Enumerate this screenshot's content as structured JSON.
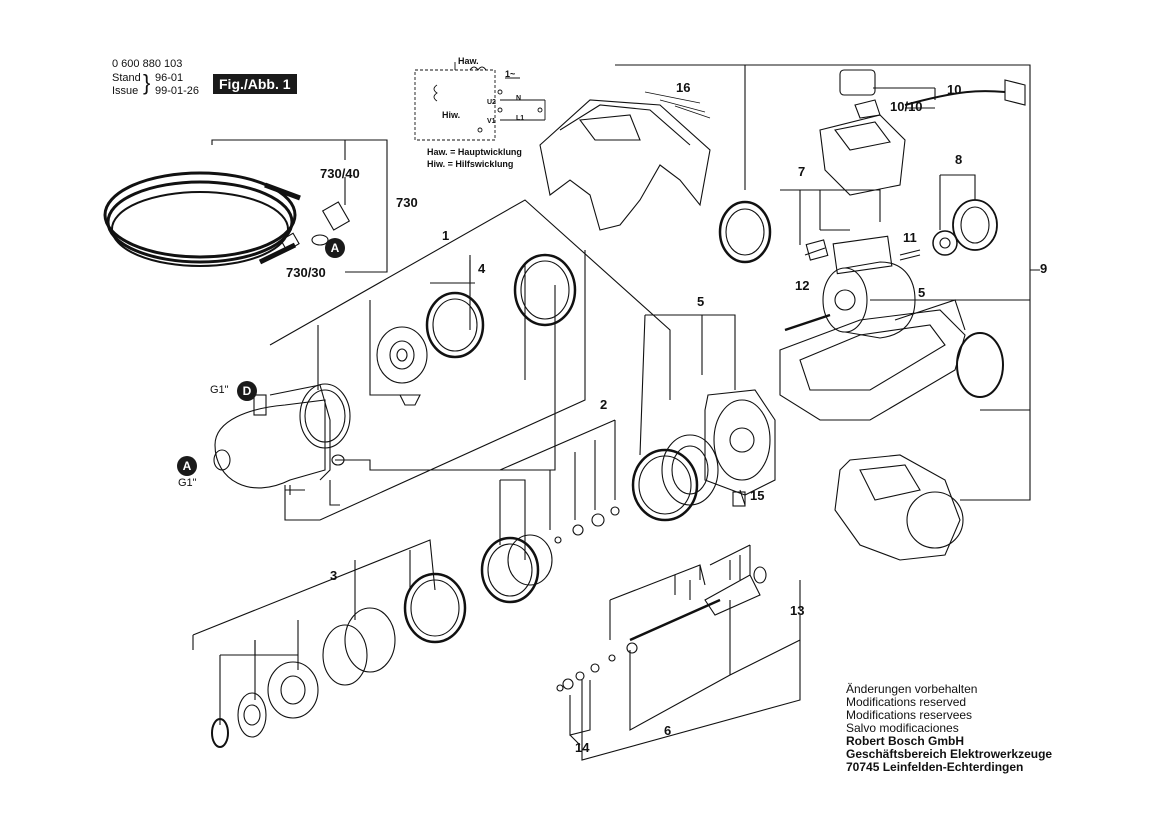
{
  "header": {
    "part_number": "0 600 880 103",
    "stand_label": "Stand",
    "issue_label": "Issue",
    "stand_date": "96-01",
    "issue_date": "99-01-26",
    "figure_badge": "Fig./Abb. 1"
  },
  "wiring": {
    "haw_label": "Haw.",
    "hiw_label": "Hiw.",
    "phase_label": "1~",
    "terminals": [
      "U2",
      "N",
      "V1",
      "L1"
    ],
    "legend": [
      "Haw. = Hauptwicklung",
      "Hiw. = Hilfswicklung"
    ]
  },
  "callouts": {
    "c1": "1",
    "c2": "2",
    "c3": "3",
    "c4": "4",
    "c5": "5",
    "c5b": "5",
    "c6": "6",
    "c7": "7",
    "c8": "8",
    "c9": "9",
    "c10": "10",
    "c1010": "10/10",
    "c11": "11",
    "c12": "12",
    "c13": "13",
    "c14": "14",
    "c15": "15",
    "c16": "16",
    "c730": "730",
    "c730_40": "730/40",
    "c730_30": "730/30"
  },
  "markers": {
    "a_top": "A",
    "d": "D",
    "a_left": "A",
    "g1_top": "G1\"",
    "g1_bottom": "G1\""
  },
  "footer": {
    "notes": [
      "Änderungen vorbehalten",
      "Modifications reserved",
      "Modifications reservees",
      "Salvo modificaciones"
    ],
    "company": [
      "Robert Bosch GmbH",
      "Geschäftsbereich Elektrowerkzeuge",
      "70745 Leinfelden-Echterdingen"
    ]
  }
}
